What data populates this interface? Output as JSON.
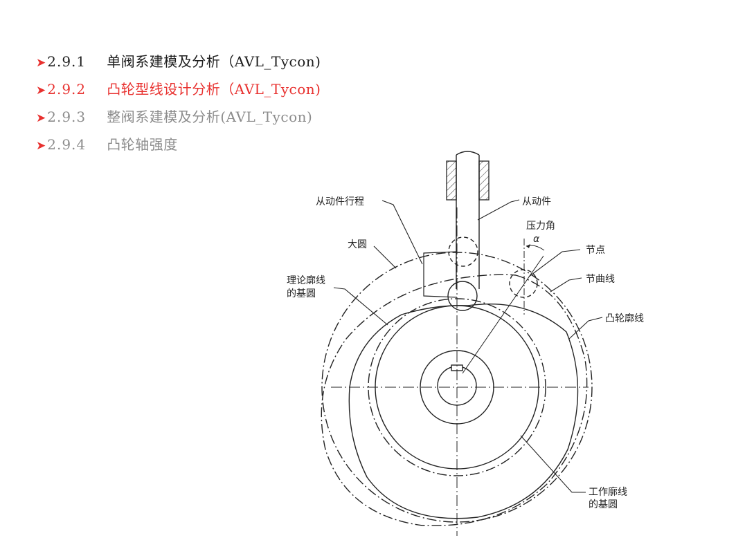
{
  "toc": {
    "items": [
      {
        "number": "2.9.1",
        "title": "单阀系建模及分析（AVL_Tycon)",
        "state": "done"
      },
      {
        "number": "2.9.2",
        "title": "凸轮型线设计分析（AVL_Tycon)",
        "state": "current"
      },
      {
        "number": "2.9.3",
        "title": "整阀系建模及分析(AVL_Tycon)",
        "state": "todo"
      },
      {
        "number": "2.9.4",
        "title": "凸轮轴强度",
        "state": "todo"
      }
    ],
    "bullet": "➤"
  },
  "colors": {
    "current": "#e8312f",
    "done": "#1e1e1e",
    "todo": "#8c8c8c",
    "line": "#222222"
  },
  "diagram": {
    "labels": {
      "follower_stroke": "从动件行程",
      "follower": "从动件",
      "pressure_angle": "压力角",
      "alpha": "α",
      "large_circle": "大圆",
      "pitch_point": "节点",
      "theory_base_circle_1": "理论廓线",
      "theory_base_circle_2": "的基圆",
      "pitch_curve": "节曲线",
      "cam_profile": "凸轮廓线",
      "work_base_circle_1": "工作廓线",
      "work_base_circle_2": "的基圆"
    }
  }
}
